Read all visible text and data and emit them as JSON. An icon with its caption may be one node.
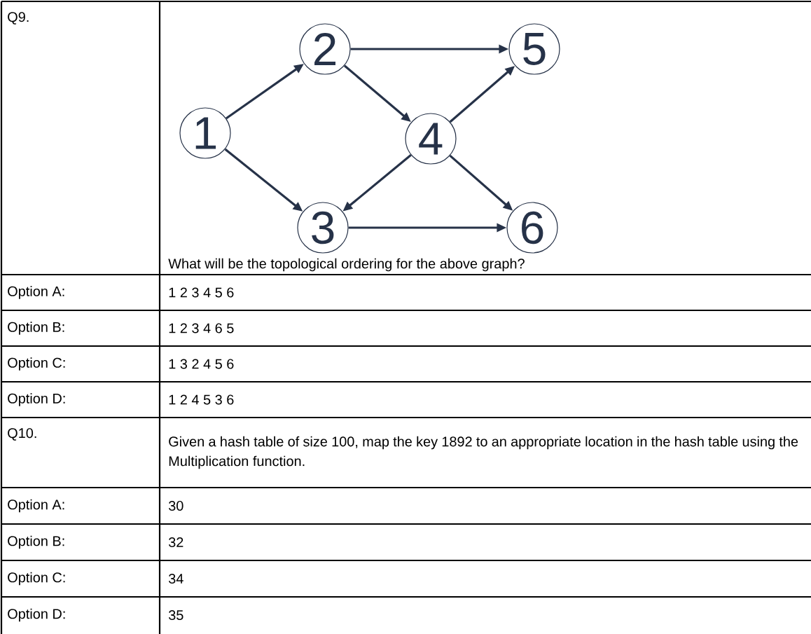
{
  "diagram": {
    "nodes": [
      {
        "text": [
          "1"
        ]
      },
      {
        "text": [
          "2"
        ]
      },
      {
        "text": [
          "3"
        ]
      },
      {
        "text": [
          "4"
        ]
      },
      {
        "text": [
          "5"
        ]
      },
      {
        "text": [
          "6"
        ]
      }
    ],
    "edges": [
      {
        "from": 0,
        "to": 1,
        "arrow": "to"
      },
      {
        "from": 0,
        "to": 2,
        "arrow": "to"
      },
      {
        "from": 1,
        "to": 4,
        "arrow": "to"
      },
      {
        "from": 1,
        "to": 3,
        "arrow": "to"
      },
      {
        "from": 3,
        "to": 4,
        "arrow": "to"
      },
      {
        "from": 3,
        "to": 2,
        "arrow": "to"
      },
      {
        "from": 3,
        "to": 5,
        "arrow": "to"
      },
      {
        "from": 2,
        "to": 5,
        "arrow": "to"
      }
    ],
    "labels": [
      "Q9.",
      "What will be the topological ordering for the above graph?",
      "Option A:",
      "1 2 3 4 5 6",
      "Option B:",
      "1 2 3 4 6 5",
      "Option C:",
      "1 3 2 4 5 6",
      "Option D:",
      "1 2 4 5 3 6",
      "Q10.",
      "Given a hash table of size 100, map the key 1892 to an appropriate location in the hash table using the Multiplication function.",
      "Option A:",
      "30",
      "Option B:",
      "32",
      "Option C:",
      "34",
      "Option D:",
      "35"
    ]
  }
}
